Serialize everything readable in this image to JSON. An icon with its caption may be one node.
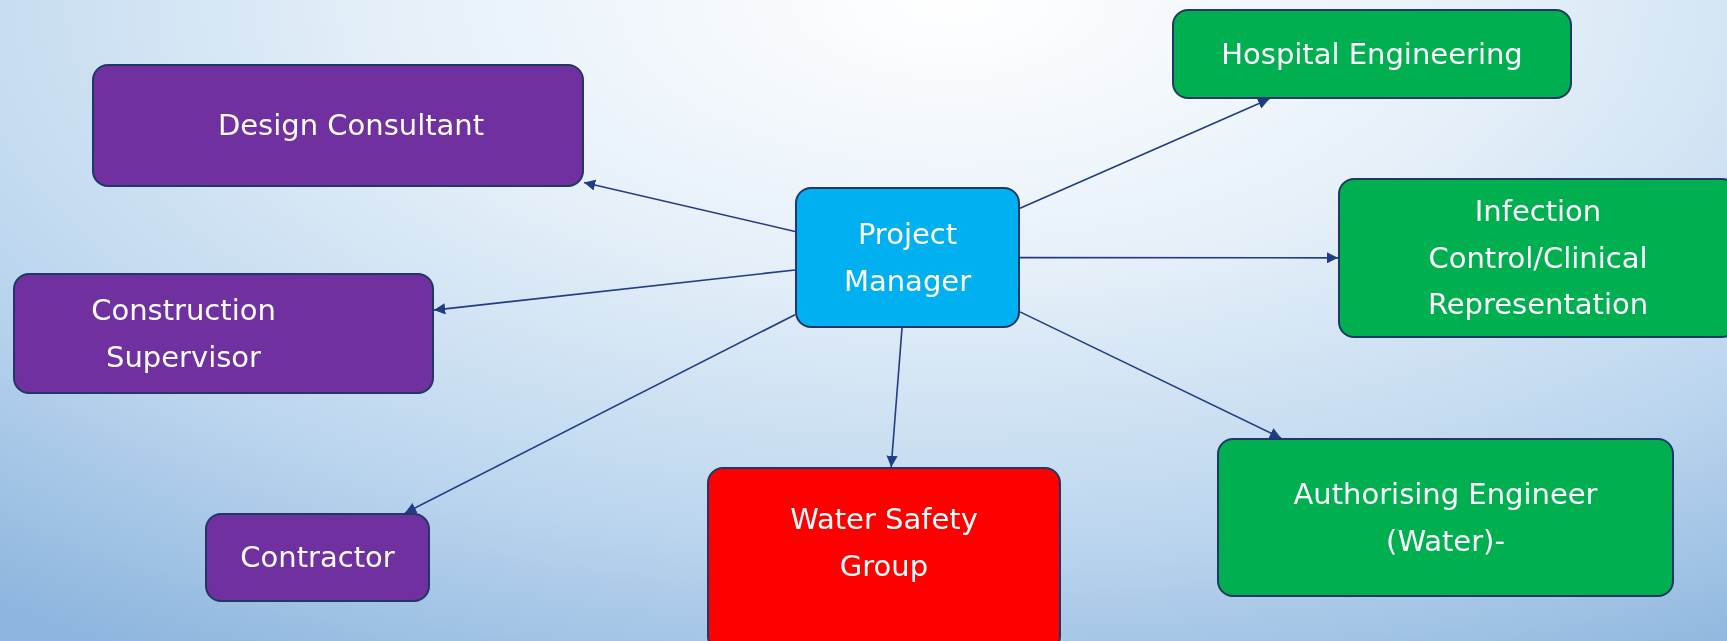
{
  "diagram": {
    "nodes": [
      {
        "text": [
          "Hospital Engineering"
        ]
      },
      {
        "text": [
          "Design Consultant"
        ]
      },
      {
        "text": [
          "Infection Control/Clinical Representation"
        ]
      },
      {
        "text": [
          "Project Manager"
        ]
      },
      {
        "text": [
          "Construction Supervisor"
        ]
      },
      {
        "text": [
          "Authorising Engineer (Water)-"
        ]
      },
      {
        "text": [
          "Water Safety Group"
        ]
      },
      {
        "text": [
          "Contractor"
        ]
      }
    ],
    "edges": [
      {
        "from": 3,
        "to": 0,
        "arrow": "to"
      },
      {
        "from": 3,
        "to": 1,
        "arrow": "to"
      },
      {
        "from": 3,
        "to": 2,
        "arrow": "to"
      },
      {
        "from": 3,
        "to": 4,
        "arrow": "to"
      },
      {
        "from": 3,
        "to": 5,
        "arrow": "to"
      },
      {
        "from": 3,
        "to": 6,
        "arrow": "to"
      },
      {
        "from": 3,
        "to": 7,
        "arrow": "to"
      }
    ]
  }
}
